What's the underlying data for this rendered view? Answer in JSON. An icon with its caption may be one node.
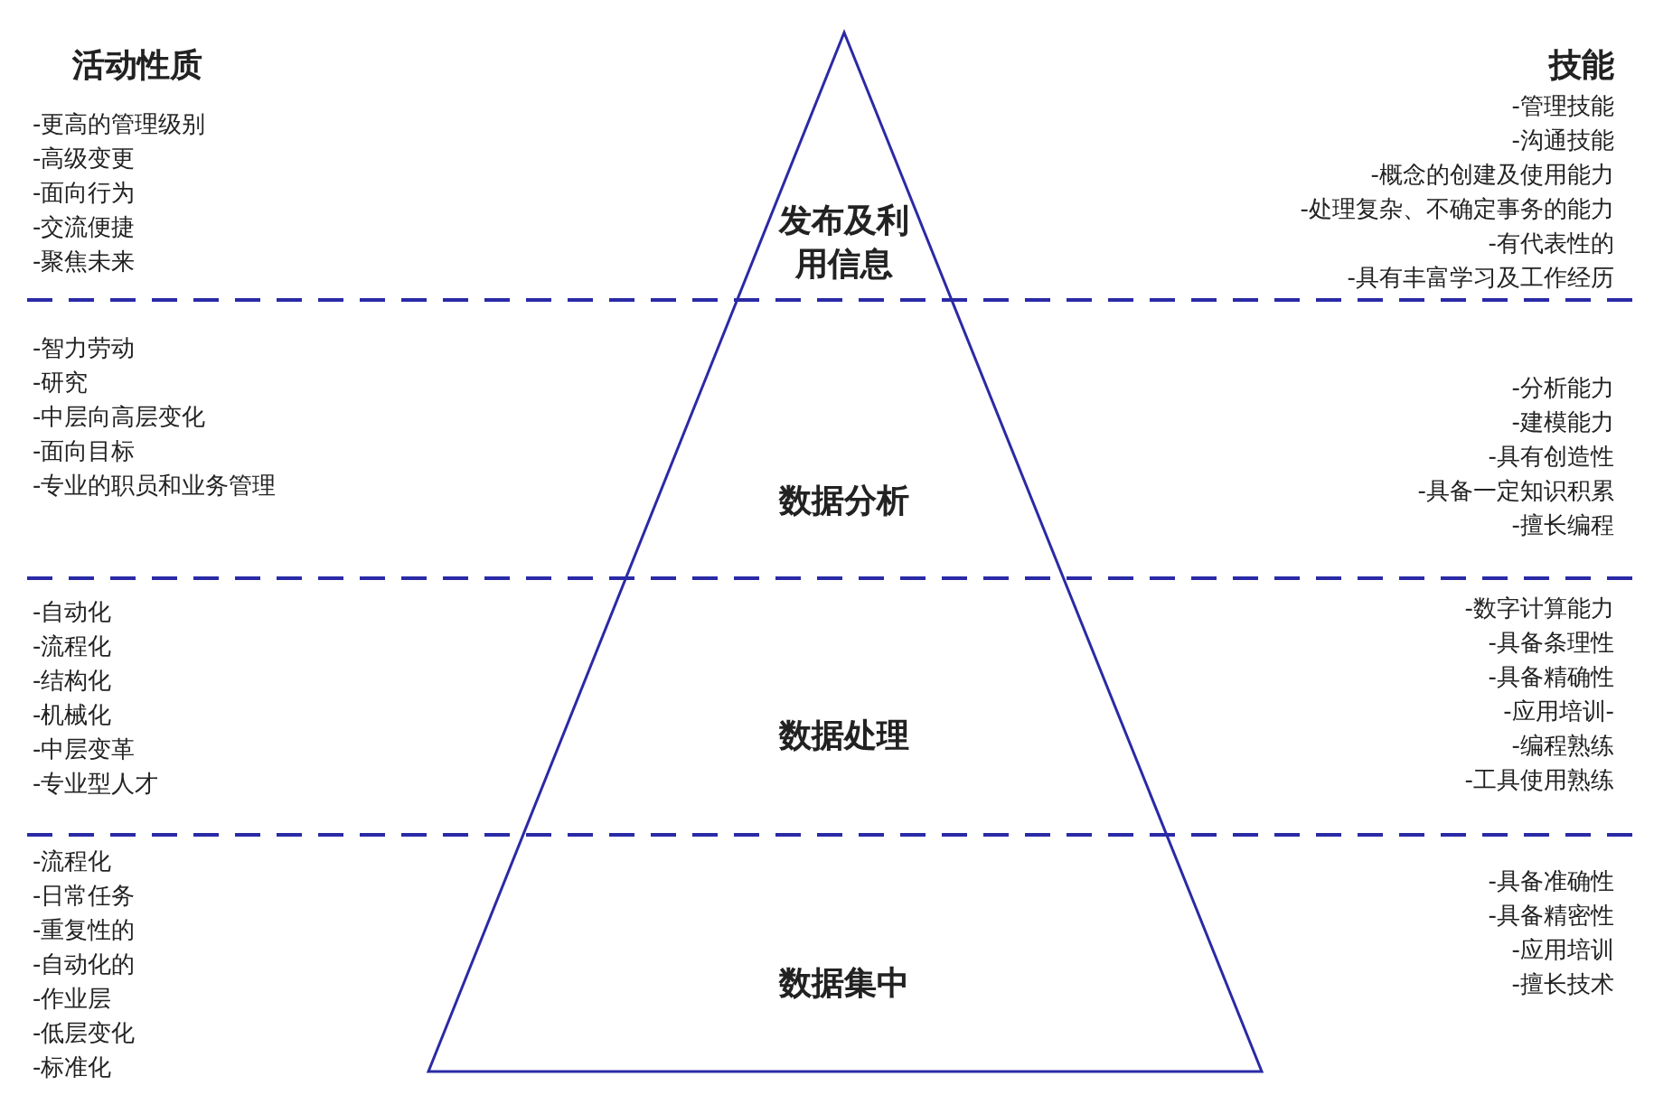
{
  "diagram": {
    "nodes": [
      {
        "text": [
          "发布及利用信息"
        ]
      },
      {
        "text": [
          "数据分析"
        ]
      },
      {
        "text": [
          "数据处理"
        ]
      },
      {
        "text": [
          "数据集中"
        ]
      }
    ],
    "labels": [
      "活动性质",
      "技能",
      "-更高的管理级别",
      "-高级变更",
      "-面向行为",
      "-交流便捷",
      "-聚焦未来",
      "-管理技能",
      "-沟通技能",
      "-概念的创建及使用能力",
      "-处理复杂、不确定事务的能力",
      "-有代表性的",
      "-具有丰富学习及工作经历",
      "-智力劳动",
      "-研究",
      "-中层向高层变化",
      "-面向目标",
      "-专业的职员和业务管理",
      "-分析能力",
      "-建模能力",
      "-具有创造性",
      "-具备一定知识积累",
      "-擅长编程",
      "-自动化",
      "-流程化",
      "-结构化",
      "-机械化",
      "-中层变革",
      "-专业型人才",
      "-数字计算能力",
      "-具备条理性",
      "-具备精确性",
      "-应用培训-",
      "-编程熟练",
      "-工具使用熟练",
      "-流程化",
      "-日常任务",
      "-重复性的",
      "-自动化的",
      "-作业层",
      "-低层变化",
      "-标准化",
      "-具备准确性",
      "-具备精密性",
      "-应用培训",
      "-擅长技术"
    ]
  }
}
